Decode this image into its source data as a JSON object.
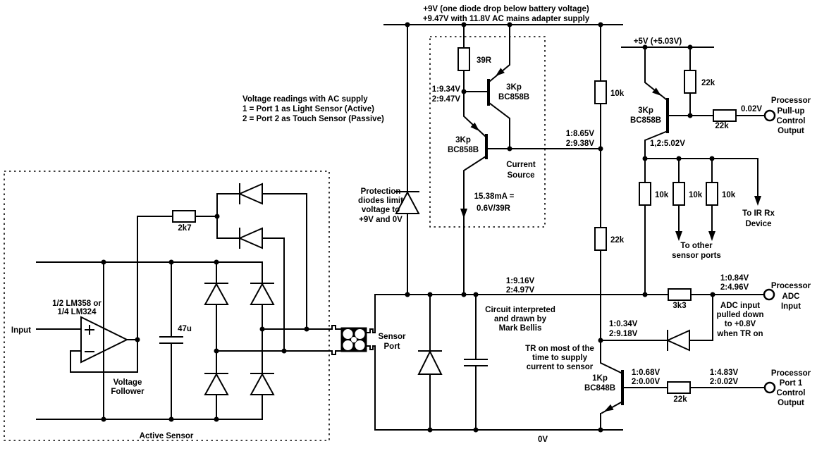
{
  "title": [
    "+9V (one diode drop below battery voltage)",
    "+9.47V with 11.8V AC mains adapter supply"
  ],
  "power": {
    "v5_rail": "+5V (+5.03V)",
    "gnd": "0V"
  },
  "notes": {
    "readings": [
      "Voltage readings with AC supply",
      "1 = Port 1 as Light Sensor (Active)",
      "2 = Port 2 as Touch Sensor (Passive)"
    ],
    "protection": [
      "Protection",
      "diodes limit",
      "voltage to",
      "+9V and 0V"
    ],
    "credit": [
      "Circuit interpreted",
      "and drawn by",
      "Mark Bellis"
    ],
    "tr_on": [
      "TR on most of the",
      "time to supply",
      "current to sensor"
    ],
    "adc_pulldown": [
      "ADC input",
      "pulled down",
      "to +0.8V",
      "when TR on"
    ],
    "to_other_ports": [
      "To other",
      "sensor ports"
    ],
    "to_ir_rx": [
      "To IR Rx",
      "Device"
    ]
  },
  "components": {
    "r39": "39R",
    "r2k7": "2k7",
    "c47u": "47u",
    "r10k": "10k",
    "r22k": "22k",
    "r3k3": "3k3",
    "pnp": [
      "3Kp",
      "BC858B"
    ],
    "npn": [
      "1Kp",
      "BC848B"
    ],
    "opamp": [
      "1/2 LM358 or",
      "1/4 LM324"
    ],
    "follower": [
      "Voltage",
      "Follower"
    ],
    "current_source": [
      "Current",
      "Source"
    ],
    "current_value": [
      "15.38mA =",
      "0.6V/39R"
    ],
    "sensor_port": [
      "Sensor",
      "Port"
    ],
    "active_sensor": "Active Sensor",
    "input": "Input"
  },
  "voltages": {
    "n39r": [
      "1:9.34V",
      "2:9.47V"
    ],
    "cs_out": [
      "1:8.65V",
      "2:9.38V"
    ],
    "pullup_node": "1,2:5.02V",
    "pullup_out": "0.02V",
    "sensor_line": [
      "1:9.16V",
      "2:4.97V"
    ],
    "adc": [
      "1:0.84V",
      "2:4.96V"
    ],
    "collector": [
      "1:0.34V",
      "2:9.18V"
    ],
    "base": [
      "1:0.68V",
      "2:0.00V"
    ],
    "port1": [
      "1:4.83V",
      "2:0.02V"
    ]
  },
  "terminals": {
    "pullup": [
      "Processor",
      "Pull-up",
      "Control",
      "Output"
    ],
    "adc": [
      "Processor",
      "ADC",
      "Input"
    ],
    "port1": [
      "Processor",
      "Port 1",
      "Control",
      "Output"
    ]
  }
}
